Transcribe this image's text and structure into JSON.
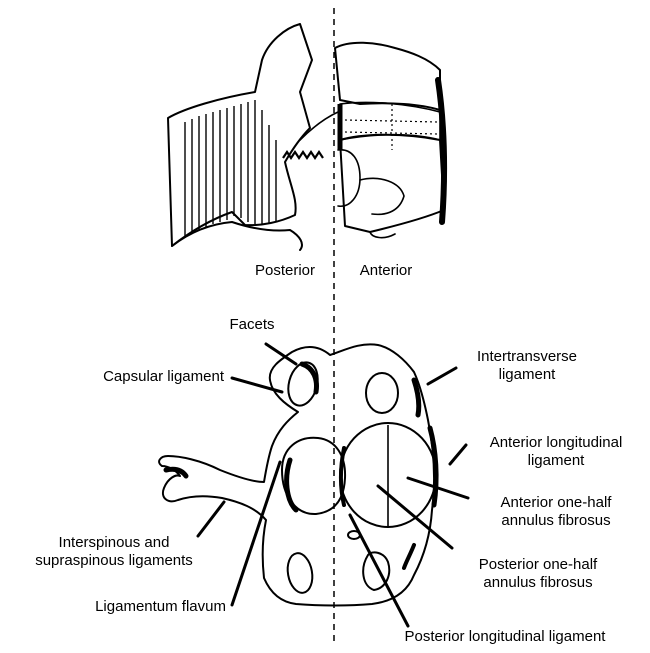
{
  "figure": {
    "top_view": {
      "posterior_label": "Posterior",
      "anterior_label": "Anterior"
    },
    "labels": {
      "facets": "Facets",
      "capsular_ligament": "Capsular ligament",
      "intertransverse_1": "Intertransverse",
      "intertransverse_2": "ligament",
      "anterior_longitudinal_1": "Anterior longitudinal",
      "anterior_longitudinal_2": "ligament",
      "anterior_half_1": "Anterior one-half",
      "anterior_half_2": "annulus fibrosus",
      "interspinous_1": "Interspinous and",
      "interspinous_2": "supraspinous ligaments",
      "posterior_half_1": "Posterior one-half",
      "posterior_half_2": "annulus fibrosus",
      "ligamentum_flavum": "Ligamentum flavum",
      "posterior_longitudinal": "Posterior longitudinal ligament"
    }
  }
}
